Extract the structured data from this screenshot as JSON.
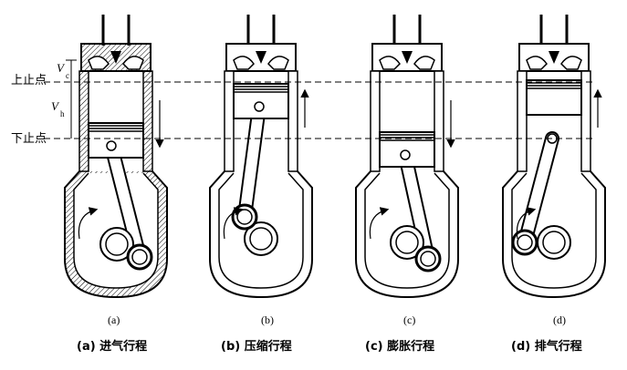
{
  "side_labels": {
    "top_dead_center": "上止点",
    "bottom_dead_center": "下止点",
    "vc_symbol": "V",
    "vc_subscript": "c",
    "vh_symbol": "V",
    "vh_subscript": "h"
  },
  "strokes": [
    {
      "letter": "(a)",
      "caption": "(a) 进气行程"
    },
    {
      "letter": "(b)",
      "caption": "(b) 压缩行程"
    },
    {
      "letter": "(c)",
      "caption": "(c) 膨胀行程"
    },
    {
      "letter": "(d)",
      "caption": "(d) 排气行程"
    }
  ]
}
